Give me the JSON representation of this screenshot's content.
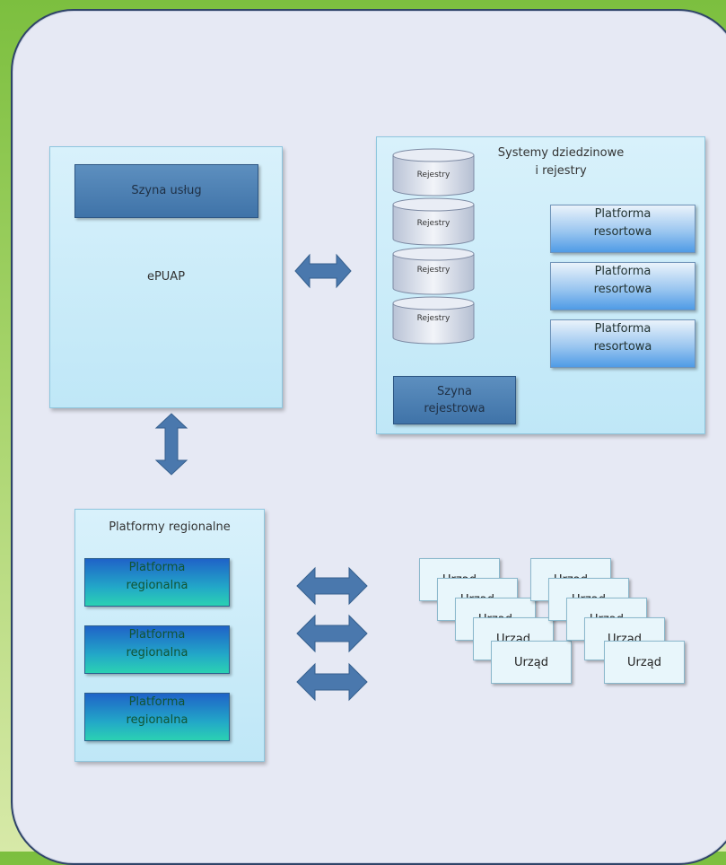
{
  "epuap": {
    "bus_label": "Szyna usług",
    "name": "ePUAP"
  },
  "systems": {
    "title": "Systemy dziedzinowe\ni rejestry",
    "registries": [
      "Rejestry",
      "Rejestry",
      "Rejestry",
      "Rejestry"
    ],
    "bus_label": "Szyna\nrejestrowa",
    "platforms": [
      "Platforma\nresortowa",
      "Platforma\nresortowa",
      "Platforma\nresortowa"
    ]
  },
  "regional": {
    "title": "Platformy regionalne",
    "platforms": [
      "Platforma\nregionalna",
      "Platforma\nregionalna",
      "Platforma\nregionalna"
    ]
  },
  "offices": {
    "front_left": "Urząd",
    "front_right": "Urząd",
    "stacked": [
      "Urząd",
      "Urząd",
      "Urząd",
      "Urząd",
      "Urząd",
      "Urząd",
      "Urząd",
      "Urząd"
    ]
  },
  "colors": {
    "panel_bg": "#e6e9f4",
    "box_fill": "#c7ebf8",
    "arrow_fill": "#4a78ad",
    "bus_dark": "#4a7db0"
  }
}
